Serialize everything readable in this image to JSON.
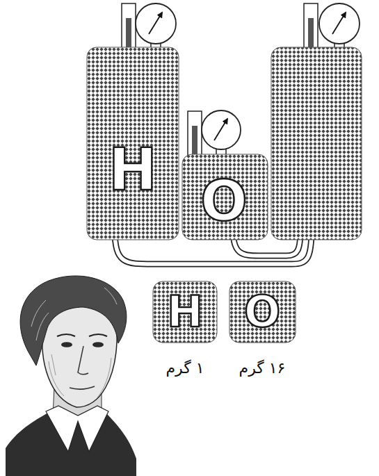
{
  "diagram": {
    "nodes": [
      {
        "text": [
          "H"
        ]
      },
      {
        "text": [
          "O"
        ]
      },
      {
        "text": [
          "H",
          "۱ گرم"
        ]
      },
      {
        "text": [
          "O",
          "۱۶ گرم"
        ]
      }
    ]
  }
}
